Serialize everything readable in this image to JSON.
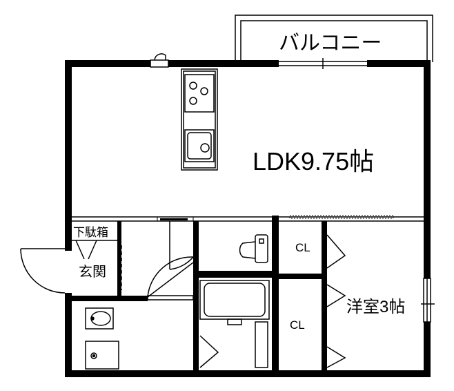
{
  "rooms": {
    "balcony": "バルコニー",
    "ldk": "LDK9.75帖",
    "western_room": "洋室3帖",
    "closet_upper": "CL",
    "closet_lower": "CL",
    "entrance": "玄関",
    "shoe_box": "下駄箱"
  }
}
